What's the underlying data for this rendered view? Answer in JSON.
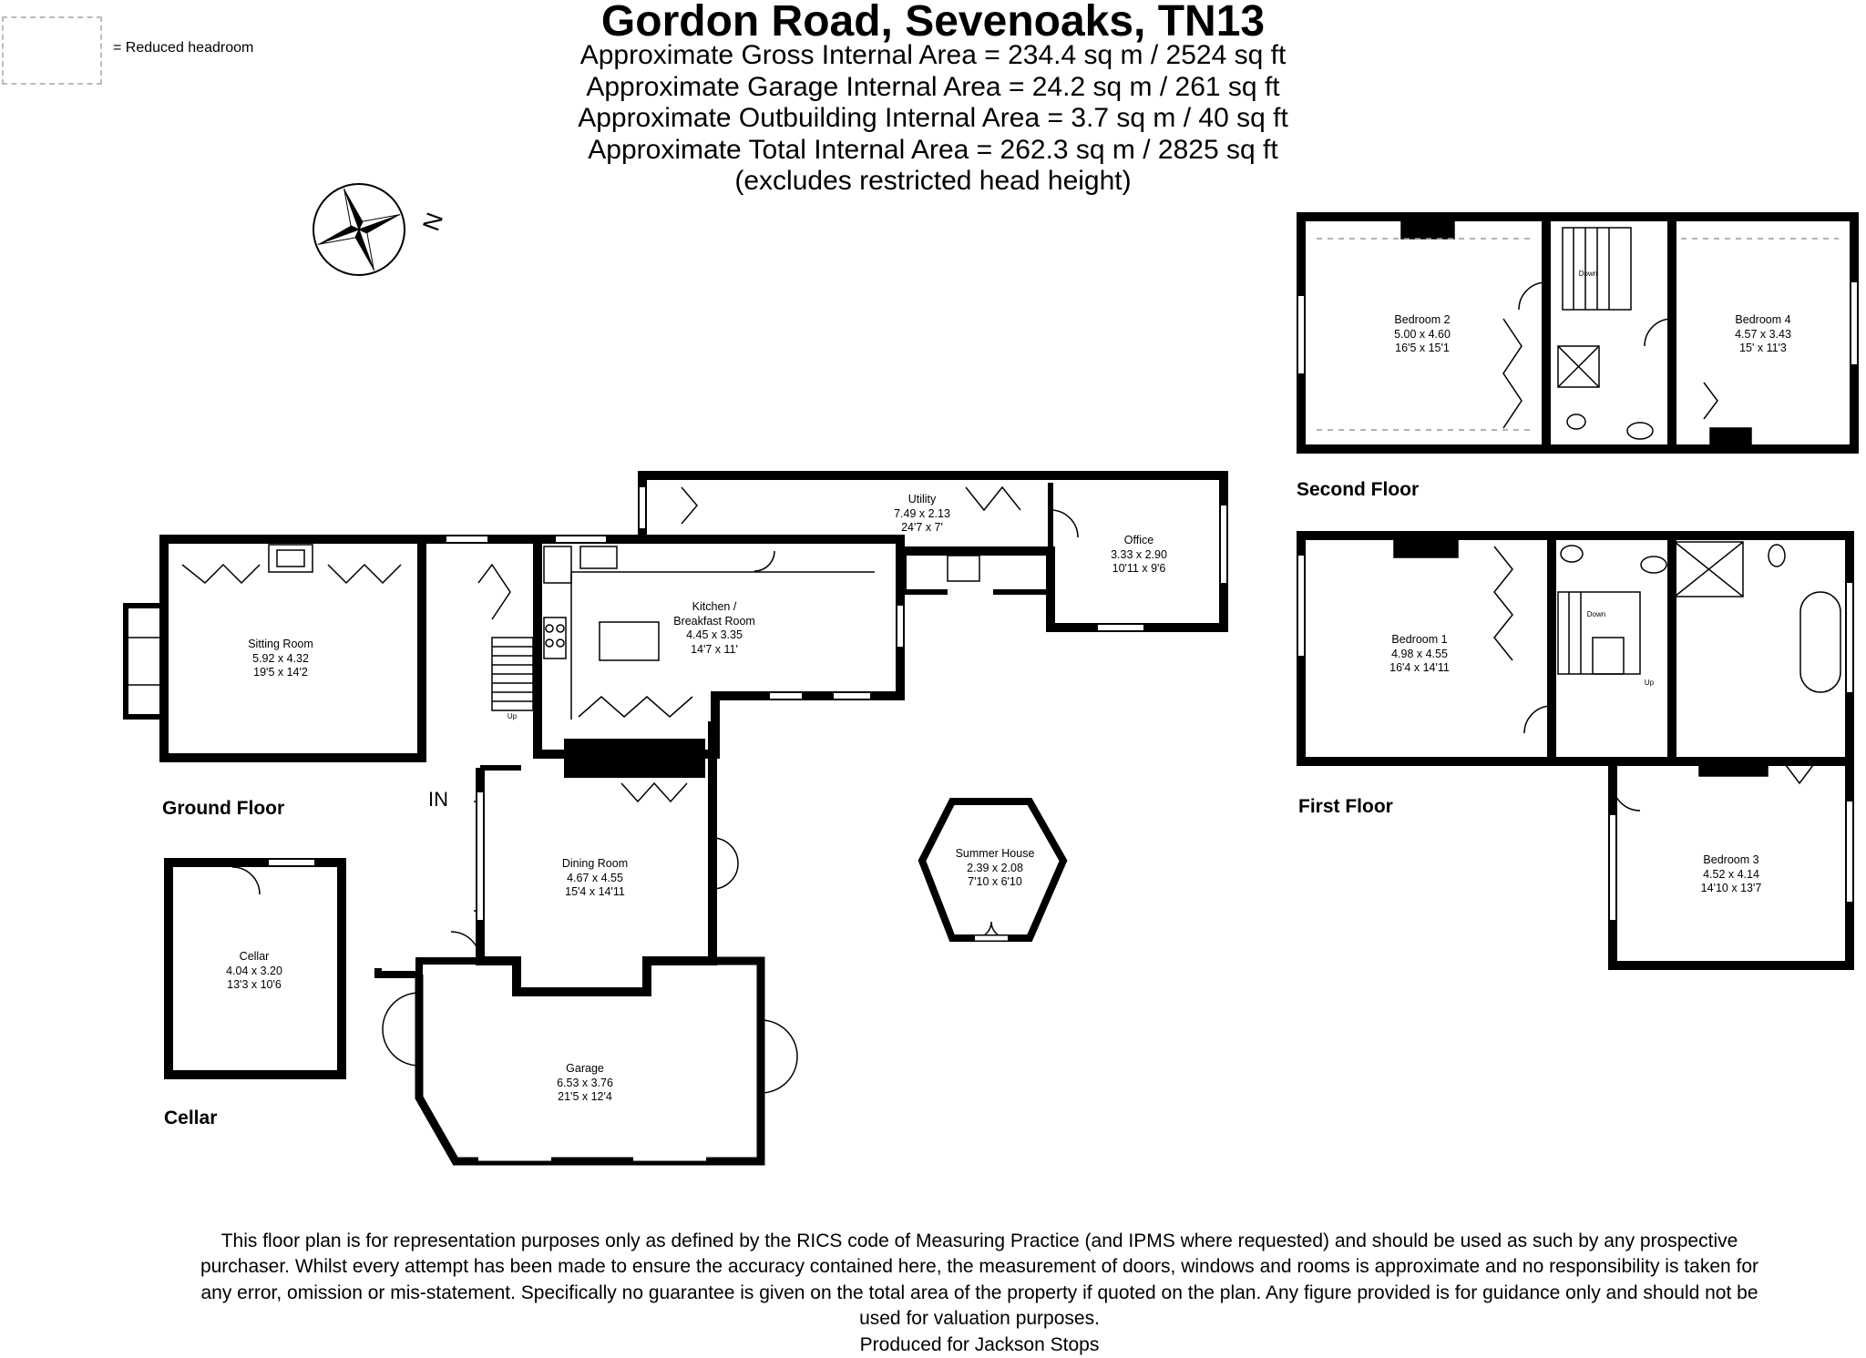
{
  "header": {
    "title": "Gordon Road, Sevenoaks, TN13",
    "areas": [
      "Approximate Gross Internal Area = 234.4 sq m / 2524 sq ft",
      "Approximate Garage Internal Area = 24.2 sq m / 261 sq ft",
      "Approximate Outbuilding Internal Area = 3.7 sq m / 40 sq ft",
      "Approximate Total Internal Area = 262.3 sq m / 2825 sq ft",
      "(excludes restricted head height)"
    ]
  },
  "legend": {
    "label": "= Reduced headroom"
  },
  "compass": {
    "north_label": "N"
  },
  "entrance": {
    "label": "IN"
  },
  "floor_labels": {
    "ground": "Ground Floor",
    "cellar": "Cellar",
    "first": "First Floor",
    "second": "Second Floor"
  },
  "rooms": {
    "sitting_room": {
      "name": "Sitting Room",
      "metric": "5.92 x 4.32",
      "imperial": "19'5 x 14'2"
    },
    "kitchen": {
      "name": "Kitchen /",
      "name2": "Breakfast Room",
      "metric": "4.45 x 3.35",
      "imperial": "14'7 x 11'"
    },
    "utility": {
      "name": "Utility",
      "metric": "7.49 x 2.13",
      "imperial": "24'7 x 7'"
    },
    "office": {
      "name": "Office",
      "metric": "3.33 x 2.90",
      "imperial": "10'11 x 9'6"
    },
    "dining_room": {
      "name": "Dining Room",
      "metric": "4.67 x 4.55",
      "imperial": "15'4 x 14'11"
    },
    "cellar": {
      "name": "Cellar",
      "metric": "4.04 x 3.20",
      "imperial": "13'3 x 10'6"
    },
    "garage": {
      "name": "Garage",
      "metric": "6.53 x 3.76",
      "imperial": "21'5 x 12'4"
    },
    "summer_house": {
      "name": "Summer House",
      "metric": "2.39 x 2.08",
      "imperial": "7'10 x 6'10"
    },
    "bedroom_1": {
      "name": "Bedroom 1",
      "metric": "4.98 x 4.55",
      "imperial": "16'4 x 14'11"
    },
    "bedroom_2": {
      "name": "Bedroom 2",
      "metric": "5.00 x 4.60",
      "imperial": "16'5 x 15'1"
    },
    "bedroom_3": {
      "name": "Bedroom 3",
      "metric": "4.52 x 4.14",
      "imperial": "14'10 x 13'7"
    },
    "bedroom_4": {
      "name": "Bedroom 4",
      "metric": "4.57 x 3.43",
      "imperial": "15' x 11'3"
    }
  },
  "stair_labels": {
    "ground_up": "Up",
    "first_up": "Up",
    "first_down": "Down",
    "second_down": "Down"
  },
  "disclaimer": {
    "lines": [
      "This floor plan is for representation purposes only as defined by the RICS code of Measuring Practice (and IPMS where requested) and should be used as such by any prospective",
      "purchaser. Whilst every attempt has been made to ensure the accuracy contained here, the measurement of doors, windows and rooms is approximate and no responsibility is taken for",
      "any error, omission or mis-statement. Specifically no guarantee is given on the total area of the property if quoted on the plan. Any figure provided is for guidance only and should not be",
      "used for valuation purposes."
    ],
    "produced_for": "Produced for Jackson Stops"
  }
}
